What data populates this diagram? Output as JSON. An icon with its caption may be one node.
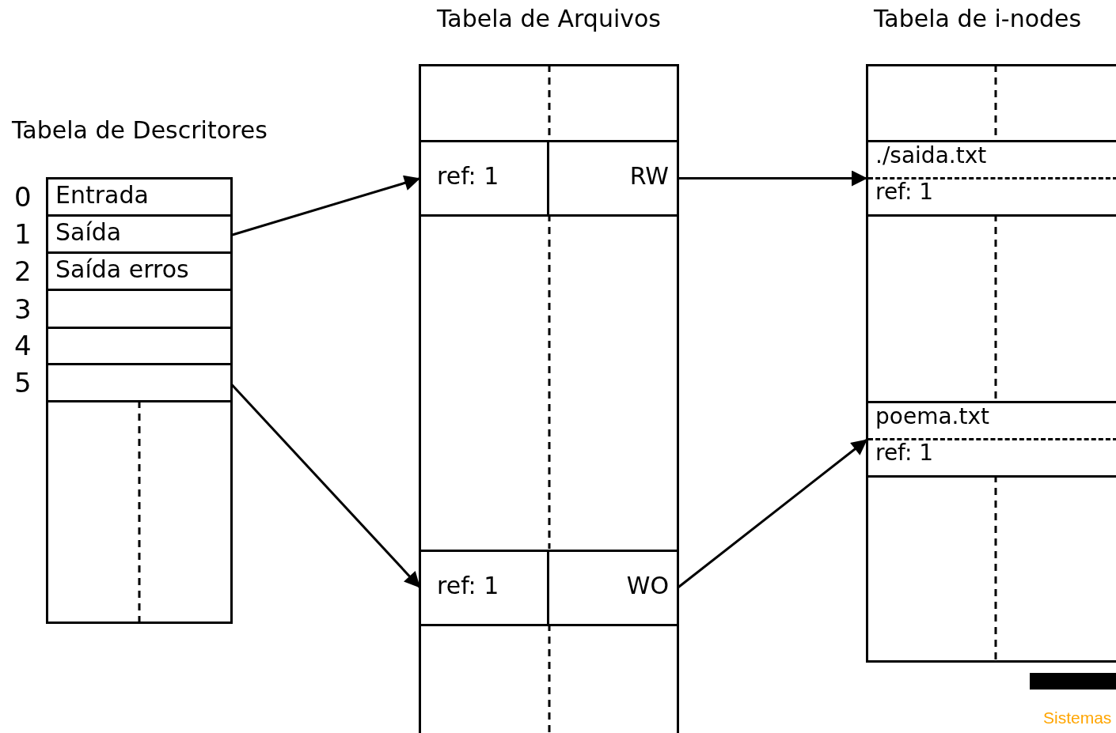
{
  "diagram": {
    "nodes": [
      {
        "text": [
          "Tabela de Descritores"
        ]
      },
      {
        "text": [
          "Entrada"
        ],
        "in": 0,
        "beside": [
          "0"
        ]
      },
      {
        "text": [
          "Saída"
        ],
        "in": 0,
        "beside": [
          "1"
        ]
      },
      {
        "text": [
          "Saída erros"
        ],
        "in": 0,
        "beside": [
          "2"
        ]
      },
      {
        "text": [],
        "shape": "box",
        "in": 0,
        "beside": [
          "3"
        ]
      },
      {
        "text": [],
        "shape": "box",
        "in": 0,
        "beside": [
          "4"
        ]
      },
      {
        "text": [],
        "shape": "box",
        "in": 0,
        "beside": [
          "5"
        ]
      },
      {
        "text": [
          "Tabela de Arquivos"
        ]
      },
      {
        "text": [
          "ref: 1",
          "RW"
        ],
        "in": 7
      },
      {
        "text": [
          "ref: 1",
          "WO"
        ],
        "in": 7
      },
      {
        "text": [
          "Tabela de i-nodes"
        ]
      },
      {
        "text": [
          "./saida.txt",
          "ref: 1"
        ],
        "in": 10
      },
      {
        "text": [
          "poema.txt",
          "ref: 1"
        ],
        "in": 10
      }
    ],
    "edges": [
      {
        "from": 2,
        "to": 8,
        "arrow": "to"
      },
      {
        "from": 6,
        "to": 9,
        "arrow": "to"
      },
      {
        "from": 8,
        "to": 11,
        "arrow": "to"
      },
      {
        "from": 9,
        "to": 12,
        "arrow": "to"
      }
    ],
    "labels": [
      "Sistemas"
    ]
  }
}
